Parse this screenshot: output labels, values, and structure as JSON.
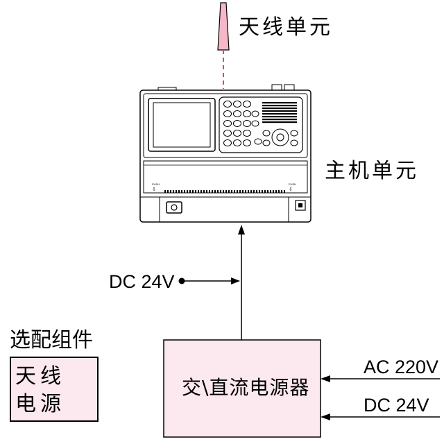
{
  "antenna": {
    "label": "天线单元"
  },
  "host": {
    "label": "主机单元",
    "push_left": "PUSH",
    "push_right": "PUSH"
  },
  "input_dc": {
    "label": "DC 24V"
  },
  "options": {
    "title": "选配组件",
    "line1": "天线",
    "line2": "电源"
  },
  "power_supply": {
    "label": "交\\直流电源器",
    "input_ac": "AC 220V",
    "input_dc": "DC 24V",
    "fill": "#fce8ef"
  },
  "colors": {
    "antenna_fill": "#f6b7c9",
    "dashed_link": "#e0407a",
    "box_fill": "#fce8ef"
  }
}
